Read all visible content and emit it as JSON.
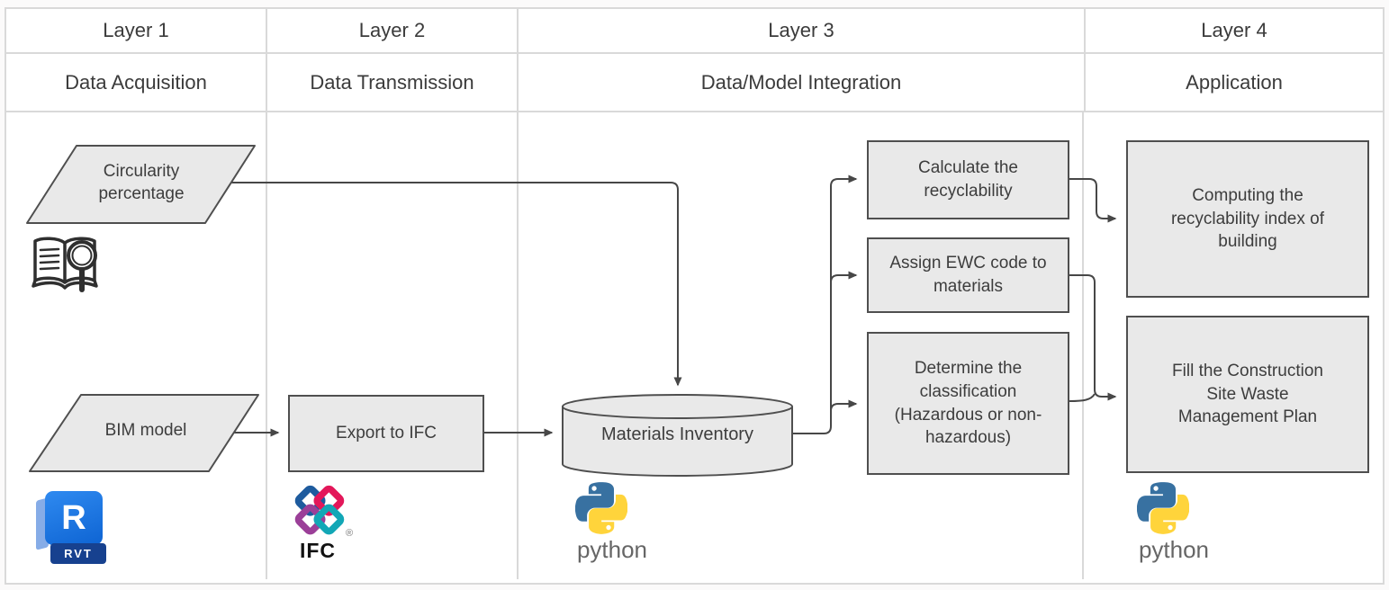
{
  "layers": [
    {
      "label": "Layer 1",
      "sublabel": "Data Acquisition"
    },
    {
      "label": "Layer 2",
      "sublabel": "Data Transmission"
    },
    {
      "label": "Layer 3",
      "sublabel": "Data/Model Integration"
    },
    {
      "label": "Layer 4",
      "sublabel": "Application"
    }
  ],
  "nodes": {
    "circularity": {
      "label": "Circularity percentage",
      "shape": "parallelogram",
      "layer": "Layer 1"
    },
    "bim": {
      "label": "BIM model",
      "shape": "parallelogram",
      "layer": "Layer 1"
    },
    "export_ifc": {
      "label": "Export to IFC",
      "shape": "rect",
      "layer": "Layer 2"
    },
    "materials_inventory": {
      "label": "Materials Inventory",
      "shape": "cylinder",
      "layer": "Layer 3"
    },
    "calc_recyclability": {
      "label": "Calculate the recyclability",
      "shape": "rect",
      "layer": "Layer 3"
    },
    "assign_ewc": {
      "label": "Assign EWC code to materials",
      "shape": "rect",
      "layer": "Layer 3"
    },
    "determine_class": {
      "label": "Determine the classification (Hazardous or non-hazardous)",
      "shape": "rect",
      "layer": "Layer 3"
    },
    "computing_index": {
      "label": "Computing the recyclability index of building",
      "shape": "rect",
      "layer": "Layer 4"
    },
    "fill_plan": {
      "label": "Fill the Construction Site Waste Management Plan",
      "shape": "rect",
      "layer": "Layer 4"
    }
  },
  "edges": [
    {
      "from": "circularity",
      "to": "materials_inventory"
    },
    {
      "from": "bim",
      "to": "export_ifc"
    },
    {
      "from": "export_ifc",
      "to": "materials_inventory"
    },
    {
      "from": "materials_inventory",
      "to": "calc_recyclability"
    },
    {
      "from": "materials_inventory",
      "to": "assign_ewc"
    },
    {
      "from": "materials_inventory",
      "to": "determine_class"
    },
    {
      "from": "calc_recyclability",
      "to": "computing_index"
    },
    {
      "from": "assign_ewc",
      "to": "fill_plan"
    },
    {
      "from": "determine_class",
      "to": "fill_plan"
    }
  ],
  "icons": {
    "revit_letter": "R",
    "revit_badge": "RVT",
    "ifc_label": "IFC",
    "ifc_registered": "®",
    "python_label": "python"
  },
  "colors": {
    "shape_fill": "#e9e9e9",
    "shape_stroke": "#4f4f4f",
    "connector": "#474747",
    "grid_border": "#d9d9d9",
    "text": "#3d3d3d",
    "python_blue": "#3871a1",
    "python_yellow": "#ffd43b",
    "revit_blue": "#1470e6",
    "revit_dark_blue": "#17418f",
    "ifc_blue": "#1e5b9e",
    "ifc_red": "#e3175a",
    "ifc_purple": "#9b3f98",
    "ifc_teal": "#12a7b6"
  }
}
